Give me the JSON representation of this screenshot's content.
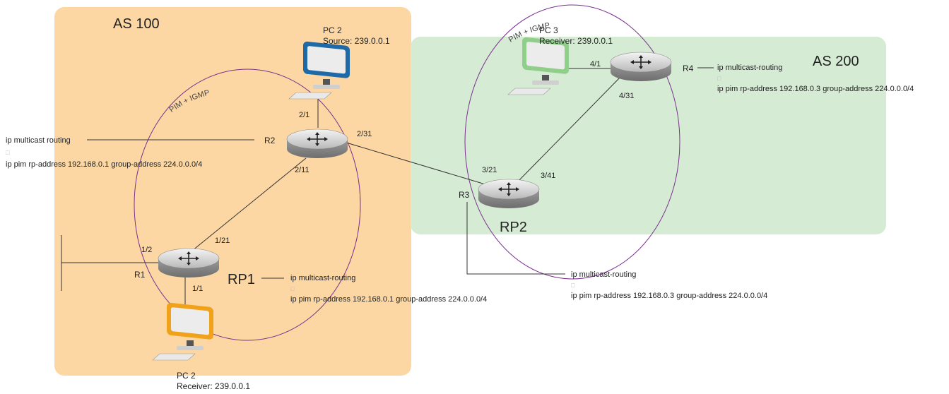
{
  "areas": {
    "as100": {
      "label": "AS 100",
      "color": "#fcd7a3"
    },
    "as200": {
      "label": "AS 200",
      "color": "#d5ebd3"
    }
  },
  "pim_domains": [
    {
      "label": "PIM + IGMP",
      "color": "#7a2f8f"
    },
    {
      "label": "PIM + IGMP",
      "color": "#7a2f8f"
    }
  ],
  "routers": {
    "r1": {
      "name": "R1",
      "rp_label": "RP1"
    },
    "r2": {
      "name": "R2"
    },
    "r3": {
      "name": "R3",
      "rp_label": "RP2"
    },
    "r4": {
      "name": "R4"
    }
  },
  "ports": {
    "r1_1_2": "1/2",
    "r1_1_21": "1/21",
    "r1_1_1": "1/1",
    "r2_2_1": "2/1",
    "r2_2_31": "2/31",
    "r2_2_11": "2/11",
    "r3_3_21": "3/21",
    "r3_3_41": "3/41",
    "r4_4_1": "4/1",
    "r4_4_31": "4/31"
  },
  "pcs": {
    "pc_source": {
      "name": "PC 2",
      "role": "Source: 239.0.0.1",
      "accent": "#1e6aa8"
    },
    "pc_receiver_as100": {
      "name": "PC 2",
      "role": "Receiver: 239.0.0.1",
      "accent": "#f0a21a"
    },
    "pc_receiver_as200": {
      "name": "PC 3",
      "role": "Receiver: 239.0.0.1",
      "accent": "#8fcf8a"
    }
  },
  "configs": {
    "r2": {
      "line1": "ip multicast routing",
      "sep": "□",
      "line2": "ip pim rp-address 192.168.0.1 group-address 224.0.0.0/4"
    },
    "r1": {
      "line1": "ip multicast-routing",
      "sep": "□",
      "line2": "ip pim rp-address 192.168.0.1 group-address 224.0.0.0/4"
    },
    "r3": {
      "line1": "ip multicast-routing",
      "sep": "□",
      "line2": "ip pim rp-address 192.168.0.3 group-address 224.0.0.0/4"
    },
    "r4": {
      "line1": "ip multicast-routing",
      "sep": "□",
      "line2": "ip pim rp-address 192.168.0.3 group-address 224.0.0.0/4"
    }
  }
}
